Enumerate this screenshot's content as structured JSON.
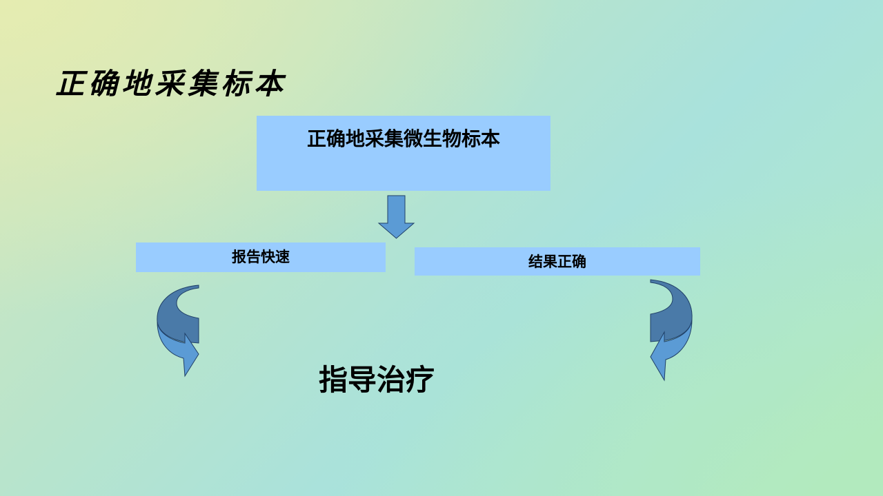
{
  "slide": {
    "title": "正确地采集标本",
    "main_box": "正确地采集微生物标本",
    "left_box": "报告快速",
    "right_box": "结果正确",
    "result": "指导治疗"
  },
  "colors": {
    "box_fill": "#99ccff",
    "arrow_fill": "#5b9bd5",
    "arrow_dark": "#4a7aa8",
    "arrow_stroke": "#1f3f66",
    "text": "#000000"
  },
  "icons": {
    "down_arrow": "down-arrow-icon",
    "left_curved_arrow": "curved-arrow-left-icon",
    "right_curved_arrow": "curved-arrow-right-icon"
  }
}
